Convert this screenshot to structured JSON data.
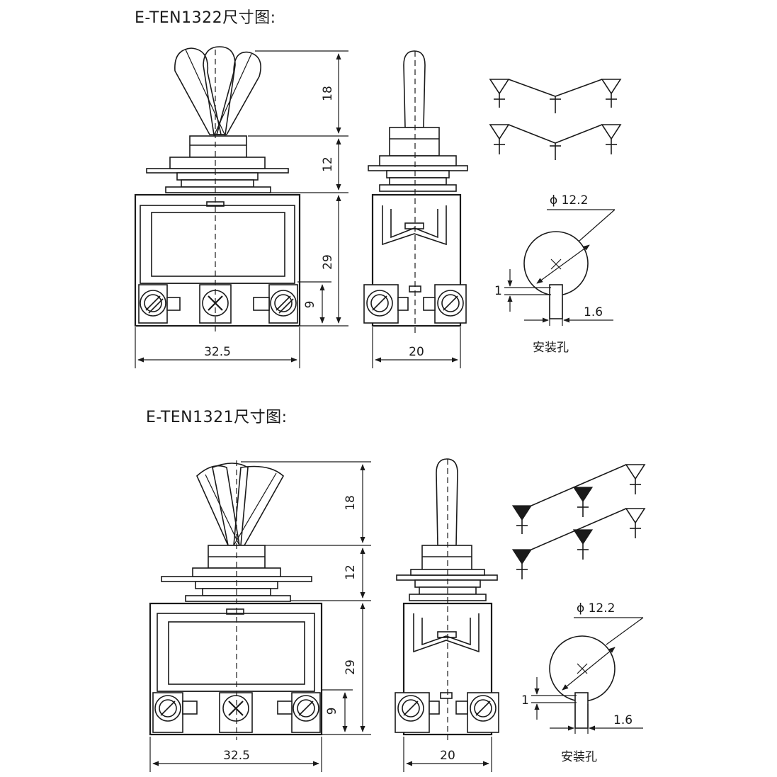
{
  "sections": [
    {
      "title": "E-TEN1322尺寸图:",
      "dims": {
        "lever": "18",
        "bushing": "12",
        "body": "29",
        "terminal": "9",
        "width_front": "32.5",
        "width_side": "20"
      },
      "mount": {
        "diameter": "ϕ 12.2",
        "key": "1",
        "key_w": "1.6",
        "label": "安装孔"
      }
    },
    {
      "title": "E-TEN1321尺寸图:",
      "dims": {
        "lever": "18",
        "bushing": "12",
        "body": "29",
        "terminal": "9",
        "width_front": "32.5",
        "width_side": "20"
      },
      "mount": {
        "diameter": "ϕ 12.2",
        "key": "1",
        "key_w": "1.6",
        "label": "安装孔"
      }
    }
  ]
}
